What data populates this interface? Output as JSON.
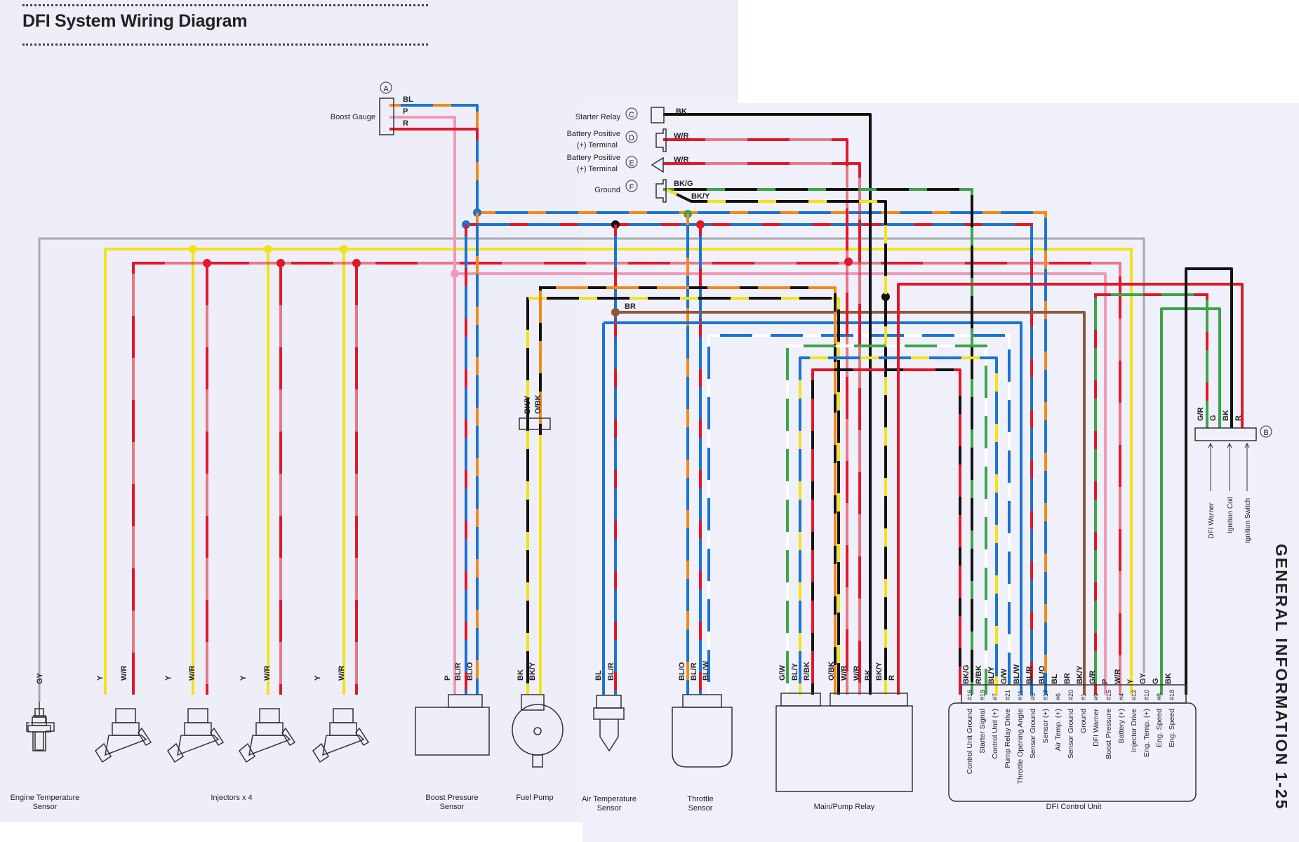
{
  "title": "DFI System Wiring Diagram",
  "side_header": "GENERAL INFORMATION 1-25",
  "colors": {
    "BK": "#111111",
    "BL": "#1a74d2",
    "R": "#e0182a",
    "Y": "#f2e21c",
    "G": "#3aa54a",
    "P": "#f09ab8",
    "O": "#f08a1c",
    "BR": "#8a5a3a",
    "GY": "#a8a8b0",
    "W": "#ffffff",
    "line": "#333333"
  },
  "connectors": [
    {
      "id": "A",
      "label": "Boost Gauge",
      "wires": [
        "BL",
        "P",
        "R"
      ]
    },
    {
      "id": "C",
      "label": "Starter Relay",
      "wires": [
        "BK"
      ]
    },
    {
      "id": "D",
      "label": "Battery Positive (+) Terminal",
      "wires": [
        "W/R"
      ]
    },
    {
      "id": "E",
      "label": "Battery Positive (+) Terminal",
      "wires": [
        "W/R"
      ]
    },
    {
      "id": "F",
      "label": "Ground",
      "wires": [
        "BK/G",
        "BK/Y"
      ]
    },
    {
      "id": "B",
      "label": "",
      "wires": [
        "G/R",
        "G",
        "BK",
        "R"
      ]
    }
  ],
  "connector_b_targets": [
    "DFI Warner",
    "Ignition Coil",
    "Ignition Switch"
  ],
  "inline_connector_labels": [
    "BK/Y",
    "O/BK"
  ],
  "junction_label": "BR",
  "components": [
    {
      "name": "Engine Temperature Sensor",
      "label_lines": [
        "Engine Temperature",
        "Sensor"
      ],
      "wires": [
        "GY"
      ]
    },
    {
      "name": "Injectors x 4",
      "label_lines": [
        "Injectors x 4"
      ],
      "wires": [
        "Y",
        "W/R"
      ]
    },
    {
      "name": "Boost Pressure Sensor",
      "label_lines": [
        "Boost Pressure",
        "Sensor"
      ],
      "wires": [
        "P",
        "BL/R",
        "BL/O"
      ]
    },
    {
      "name": "Fuel Pump",
      "label_lines": [
        "Fuel Pump"
      ],
      "wires": [
        "BK",
        "BK/Y"
      ]
    },
    {
      "name": "Air Temperature Sensor",
      "label_lines": [
        "Air Temperature",
        "Sensor"
      ],
      "wires": [
        "BL",
        "BL/R"
      ]
    },
    {
      "name": "Throttle Sensor",
      "label_lines": [
        "Throttle",
        "Sensor"
      ],
      "wires": [
        "BL/O",
        "BL/R",
        "BL/W"
      ]
    },
    {
      "name": "Main/Pump Relay",
      "label_lines": [
        "Main/Pump Relay"
      ],
      "wires": [
        "G/W",
        "BL/Y",
        "R/BK",
        "O/BK",
        "W/R",
        "W/R",
        "BK",
        "BK/Y",
        "R"
      ]
    },
    {
      "name": "DFI Control Unit",
      "label_lines": [
        "DFI Control Unit"
      ],
      "wires": [
        "BK/G",
        "R/BK",
        "BL/Y",
        "G/W",
        "BL/W",
        "BL/R",
        "BL/O",
        "BL",
        "BR",
        "BK/Y",
        "G/R",
        "P",
        "W/R",
        "Y",
        "GY",
        "G",
        "BK"
      ]
    }
  ],
  "ecu_pins": [
    {
      "pin": "#16",
      "function": "Control Unit Ground",
      "wire": "BK/G"
    },
    {
      "pin": "#19",
      "function": "Starter Signal",
      "wire": "R/BK"
    },
    {
      "pin": "#7",
      "function": "Control Unit (+)",
      "wire": "BL/Y"
    },
    {
      "pin": "#21",
      "function": "Pump Relay Drive",
      "wire": "G/W"
    },
    {
      "pin": "#11",
      "function": "Throttle Opening Angle",
      "wire": "BL/W"
    },
    {
      "pin": "#5",
      "function": "Sensor Ground",
      "wire": "BL/R"
    },
    {
      "pin": "#17",
      "function": "Sensor (+)",
      "wire": "BL/O"
    },
    {
      "pin": "#6",
      "function": "Air Temp. (+)",
      "wire": "BL"
    },
    {
      "pin": "#20",
      "function": "Sensor Ground",
      "wire": "BR"
    },
    {
      "pin": "#1",
      "function": "Ground",
      "wire": "BK/Y"
    },
    {
      "pin": "#9",
      "function": "DFI Warner",
      "wire": "G/R"
    },
    {
      "pin": "#15",
      "function": "Boost Pressure",
      "wire": "P"
    },
    {
      "pin": "#4",
      "function": "Battery (+)",
      "wire": "W/R"
    },
    {
      "pin": "#12",
      "function": "Injector Drive",
      "wire": "Y"
    },
    {
      "pin": "#10",
      "function": "Eng. Temp. (+)",
      "wire": "GY"
    },
    {
      "pin": "#8",
      "function": "Eng. Speed",
      "wire": "G"
    },
    {
      "pin": "#18",
      "function": "Eng. Speed",
      "wire": "BK"
    }
  ]
}
